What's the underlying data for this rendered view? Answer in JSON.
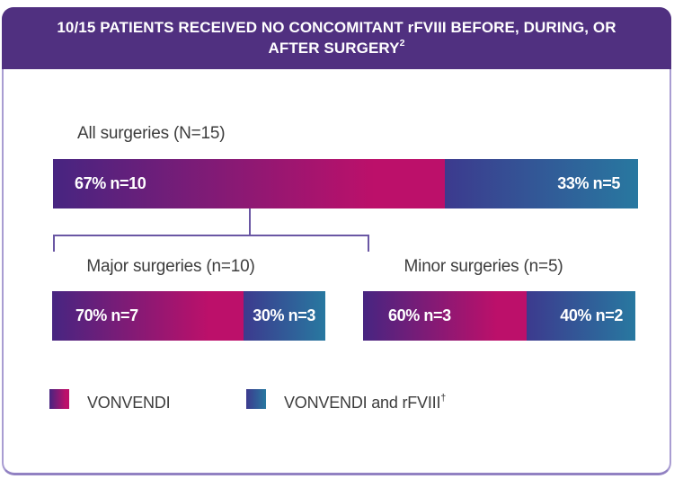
{
  "header": {
    "title": "10/15 PATIENTS RECEIVED NO CONCOMITANT rFVIII BEFORE, DURING, OR AFTER SURGERY",
    "reference_superscript": "2"
  },
  "colors": {
    "card_bg": "#ffffff",
    "card_border": "#a99dd2",
    "card_border_bottom": "#9181c2",
    "header_bg": "#503080",
    "vonvendi_start": "#472581",
    "vonvendi_end": "#bc106a",
    "combo_start": "#3c3a8e",
    "combo_end": "#2878a0",
    "connector": "#6a57a4",
    "label_text": "#3d3d3d",
    "bar_text": "#ffffff"
  },
  "chart_data": {
    "type": "bar",
    "subtype": "horizontal_stacked_proportion",
    "title": "10/15 PATIENTS RECEIVED NO CONCOMITANT rFVIII BEFORE, DURING, OR AFTER SURGERY",
    "legend_position": "bottom-left",
    "legend": [
      {
        "name": "VONVENDI",
        "superscript": ""
      },
      {
        "name": "VONVENDI and rFVIII",
        "superscript": "†"
      }
    ],
    "groups": [
      {
        "label": "All surgeries (N=15)",
        "total_n": 15,
        "segments": [
          {
            "series": "VONVENDI",
            "pct": 67,
            "n": 10,
            "text": "67% n=10"
          },
          {
            "series": "VONVENDI and rFVIII",
            "pct": 33,
            "n": 5,
            "text": "33% n=5"
          }
        ]
      },
      {
        "label": "Major surgeries (n=10)",
        "total_n": 10,
        "segments": [
          {
            "series": "VONVENDI",
            "pct": 70,
            "n": 7,
            "text": "70% n=7"
          },
          {
            "series": "VONVENDI and rFVIII",
            "pct": 30,
            "n": 3,
            "text": "30% n=3"
          }
        ]
      },
      {
        "label": "Minor surgeries (n=5)",
        "total_n": 5,
        "segments": [
          {
            "series": "VONVENDI",
            "pct": 60,
            "n": 3,
            "text": "60% n=3"
          },
          {
            "series": "VONVENDI and rFVIII",
            "pct": 40,
            "n": 2,
            "text": "40% n=2"
          }
        ]
      }
    ]
  }
}
